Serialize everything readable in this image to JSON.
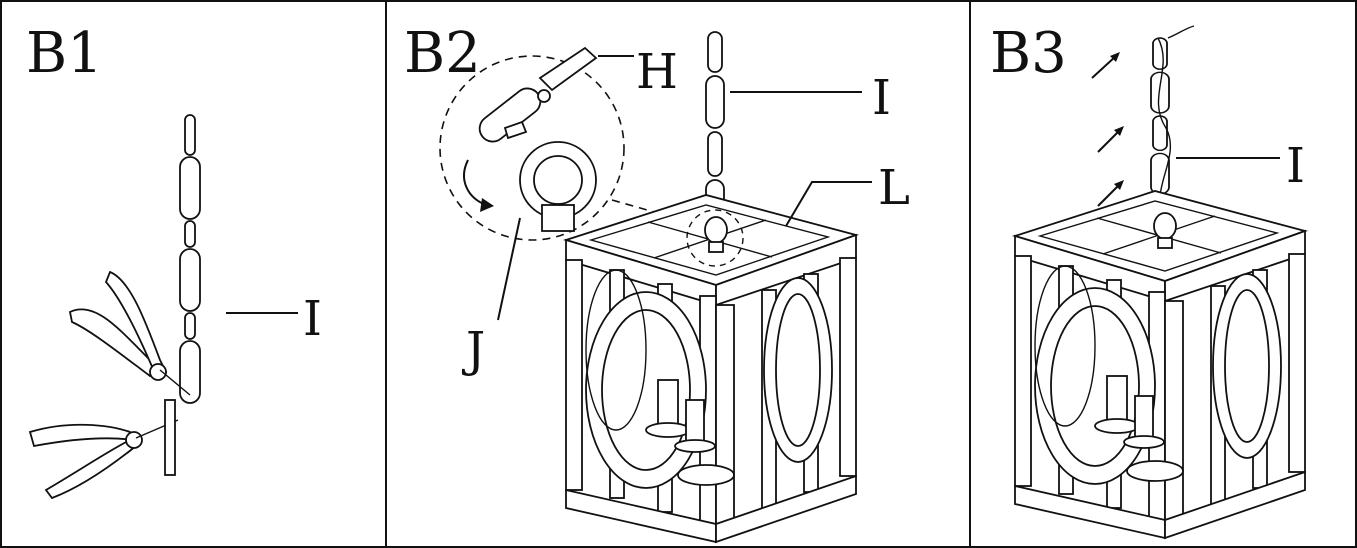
{
  "panels": [
    {
      "step": "B1",
      "callouts": [
        "I"
      ]
    },
    {
      "step": "B2",
      "callouts": [
        "H",
        "I",
        "L",
        "J"
      ]
    },
    {
      "step": "B3",
      "callouts": [
        "I"
      ]
    }
  ]
}
